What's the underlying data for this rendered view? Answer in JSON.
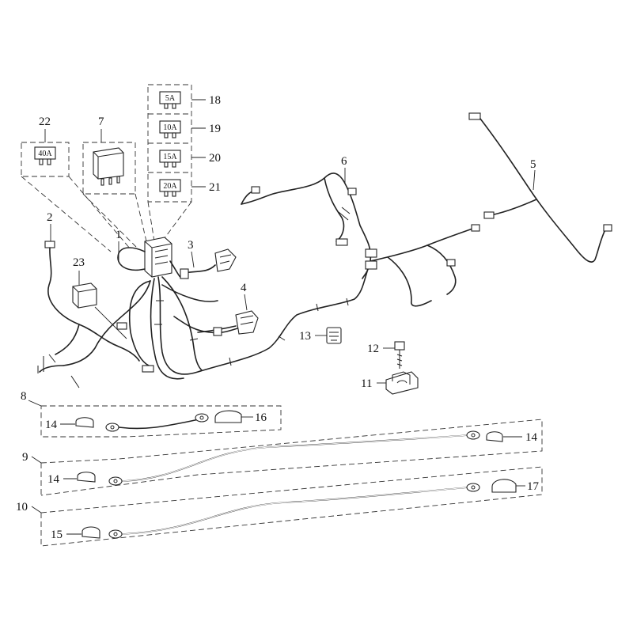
{
  "callouts": {
    "c1": "1",
    "c2": "2",
    "c3": "3",
    "c4": "4",
    "c5": "5",
    "c6": "6",
    "c7": "7",
    "c8": "8",
    "c9": "9",
    "c10": "10",
    "c11": "11",
    "c12": "12",
    "c13": "13",
    "c14a": "14",
    "c14b": "14",
    "c14c": "14",
    "c15": "15",
    "c16": "16",
    "c17": "17",
    "c18": "18",
    "c19": "19",
    "c20": "20",
    "c21": "21",
    "c22": "22",
    "c23": "23"
  },
  "fuses": {
    "f40": "40A",
    "f5": "5A",
    "f10": "10A",
    "f15": "15A",
    "f20": "20A"
  }
}
